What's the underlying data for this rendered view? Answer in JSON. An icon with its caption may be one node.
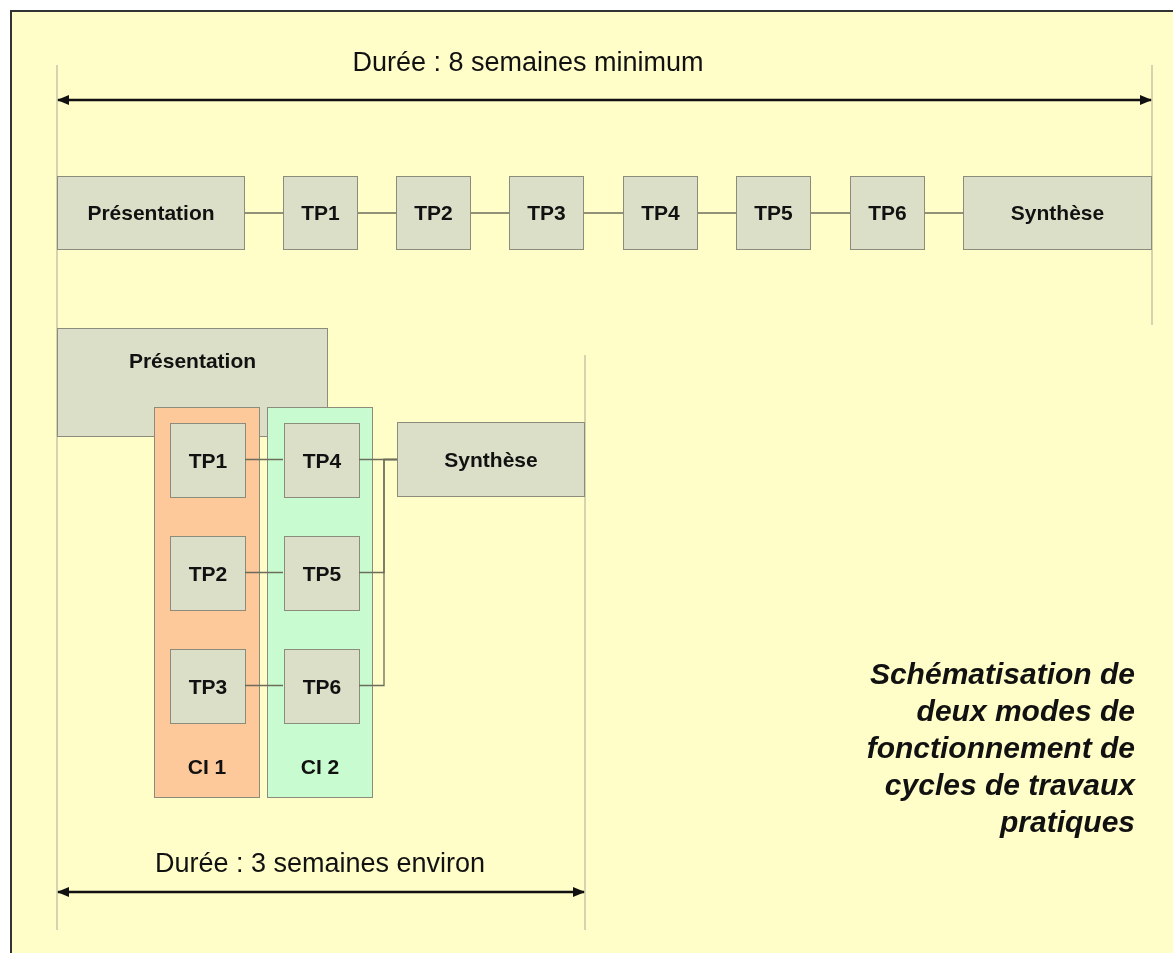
{
  "diagram": {
    "title": "Schématisation de deux modes de fonctionnement de cycles de travaux pratiques",
    "nodes": [
      {
        "text": [
          "Présentation"
        ]
      },
      {
        "text": [
          "TP1"
        ]
      },
      {
        "text": [
          "TP2"
        ]
      },
      {
        "text": [
          "TP3"
        ]
      },
      {
        "text": [
          "TP4"
        ]
      },
      {
        "text": [
          "TP5"
        ]
      },
      {
        "text": [
          "TP6"
        ]
      },
      {
        "text": [
          "Synthèse"
        ]
      },
      {
        "text": [
          "Présentation"
        ]
      },
      {
        "text": [
          "CI 1"
        ]
      },
      {
        "text": [
          "TP1"
        ],
        "in": 9
      },
      {
        "text": [
          "TP2"
        ],
        "in": 9
      },
      {
        "text": [
          "TP3"
        ],
        "in": 9
      },
      {
        "text": [
          "CI 2"
        ]
      },
      {
        "text": [
          "TP4"
        ],
        "in": 13
      },
      {
        "text": [
          "TP5"
        ],
        "in": 13
      },
      {
        "text": [
          "TP6"
        ],
        "in": 13
      },
      {
        "text": [
          "Synthèse"
        ]
      }
    ],
    "edges": [
      {
        "from": 0,
        "to": 1,
        "arrow": "none"
      },
      {
        "from": 1,
        "to": 2,
        "arrow": "none"
      },
      {
        "from": 2,
        "to": 3,
        "arrow": "none"
      },
      {
        "from": 3,
        "to": 4,
        "arrow": "none"
      },
      {
        "from": 4,
        "to": 5,
        "arrow": "none"
      },
      {
        "from": 5,
        "to": 6,
        "arrow": "none"
      },
      {
        "from": 6,
        "to": 7,
        "arrow": "none"
      },
      {
        "from": 10,
        "to": 14,
        "arrow": "none"
      },
      {
        "from": 11,
        "to": 15,
        "arrow": "none"
      },
      {
        "from": 12,
        "to": 16,
        "arrow": "none"
      },
      {
        "from": 14,
        "to": 17,
        "arrow": "none"
      },
      {
        "from": 15,
        "to": 17,
        "arrow": "none"
      },
      {
        "from": 16,
        "to": 17,
        "arrow": "none"
      }
    ],
    "labels": [
      "Durée : 8 semaines minimum",
      "Durée : 3 semaines environ"
    ]
  }
}
